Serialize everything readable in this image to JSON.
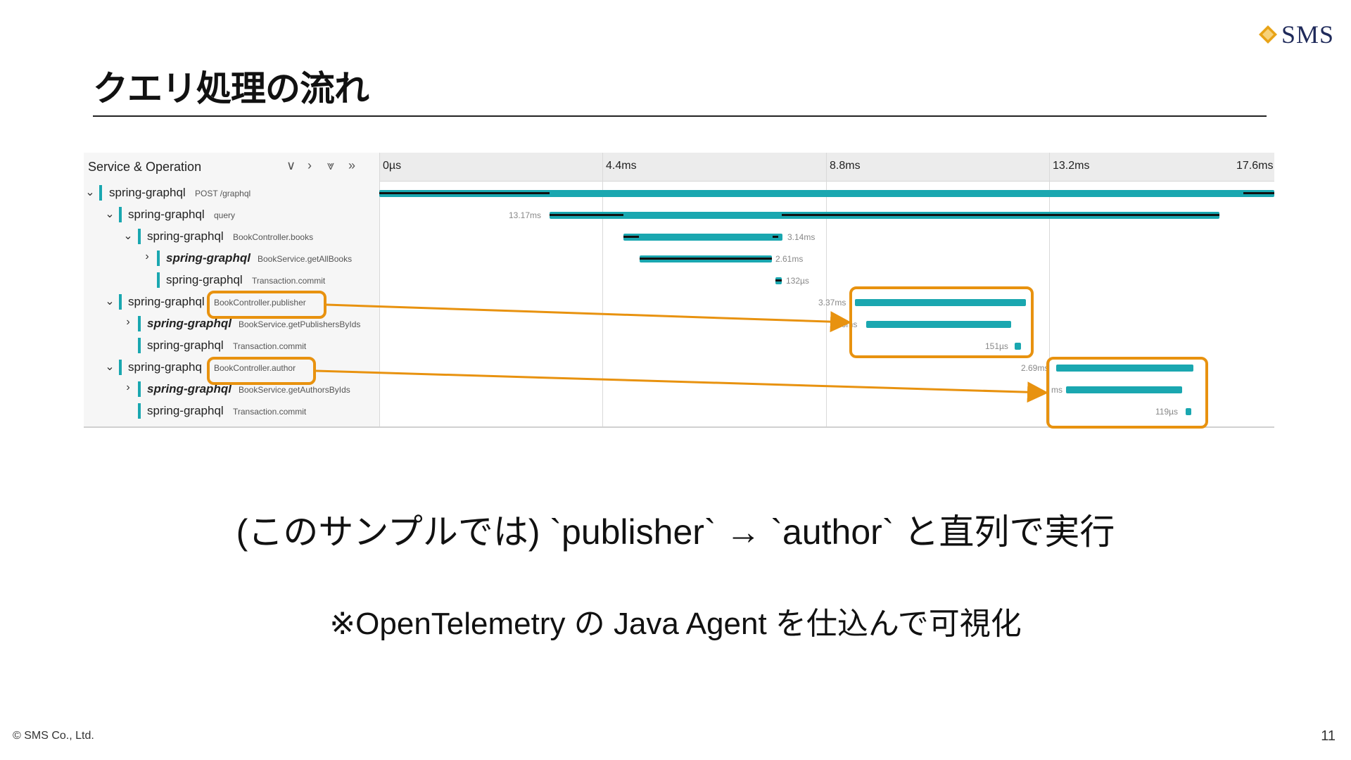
{
  "slide": {
    "title": "クエリ処理の流れ",
    "logo_text": "SMS",
    "caption_main": "(このサンプルでは) `publisher` → `author` と直列で実行",
    "caption_sub": "※OpenTelemetry の Java Agent を仕込んで可視化",
    "copyright": "© SMS Co., Ltd.",
    "page_number": "11"
  },
  "trace": {
    "column_header": "Service & Operation",
    "controls": [
      "∨",
      "›",
      "⩔",
      "»"
    ],
    "ticks": [
      "0µs",
      "4.4ms",
      "8.8ms",
      "13.2ms",
      "17.6ms"
    ],
    "rows": [
      {
        "service": "spring-graphql",
        "operation": "POST /graphql",
        "duration": ""
      },
      {
        "service": "spring-graphql",
        "operation": "query",
        "duration": "13.17ms"
      },
      {
        "service": "spring-graphql",
        "operation": "BookController.books",
        "duration": "3.14ms"
      },
      {
        "service": "spring-graphql",
        "operation": "BookService.getAllBooks",
        "duration": "2.61ms"
      },
      {
        "service": "spring-graphql",
        "operation": "Transaction.commit",
        "duration": "132µs"
      },
      {
        "service": "spring-graphql",
        "operation": "BookController.publisher",
        "duration": "3.37ms"
      },
      {
        "service": "spring-graphql",
        "operation": "BookService.getPublishersByIds",
        "duration": "2.86ms"
      },
      {
        "service": "spring-graphql",
        "operation": "Transaction.commit",
        "duration": "151µs"
      },
      {
        "service": "spring-graphq",
        "operation": "BookController.author",
        "duration": "2.69ms"
      },
      {
        "service": "spring-graphql",
        "operation": "BookService.getAuthorsByIds",
        "duration": "ms"
      },
      {
        "service": "spring-graphql",
        "operation": "Transaction.commit",
        "duration": "119µs"
      }
    ]
  },
  "colors": {
    "span": "#1aa7b0",
    "highlight": "#e8920f",
    "logo_gold": "#e8a317"
  }
}
